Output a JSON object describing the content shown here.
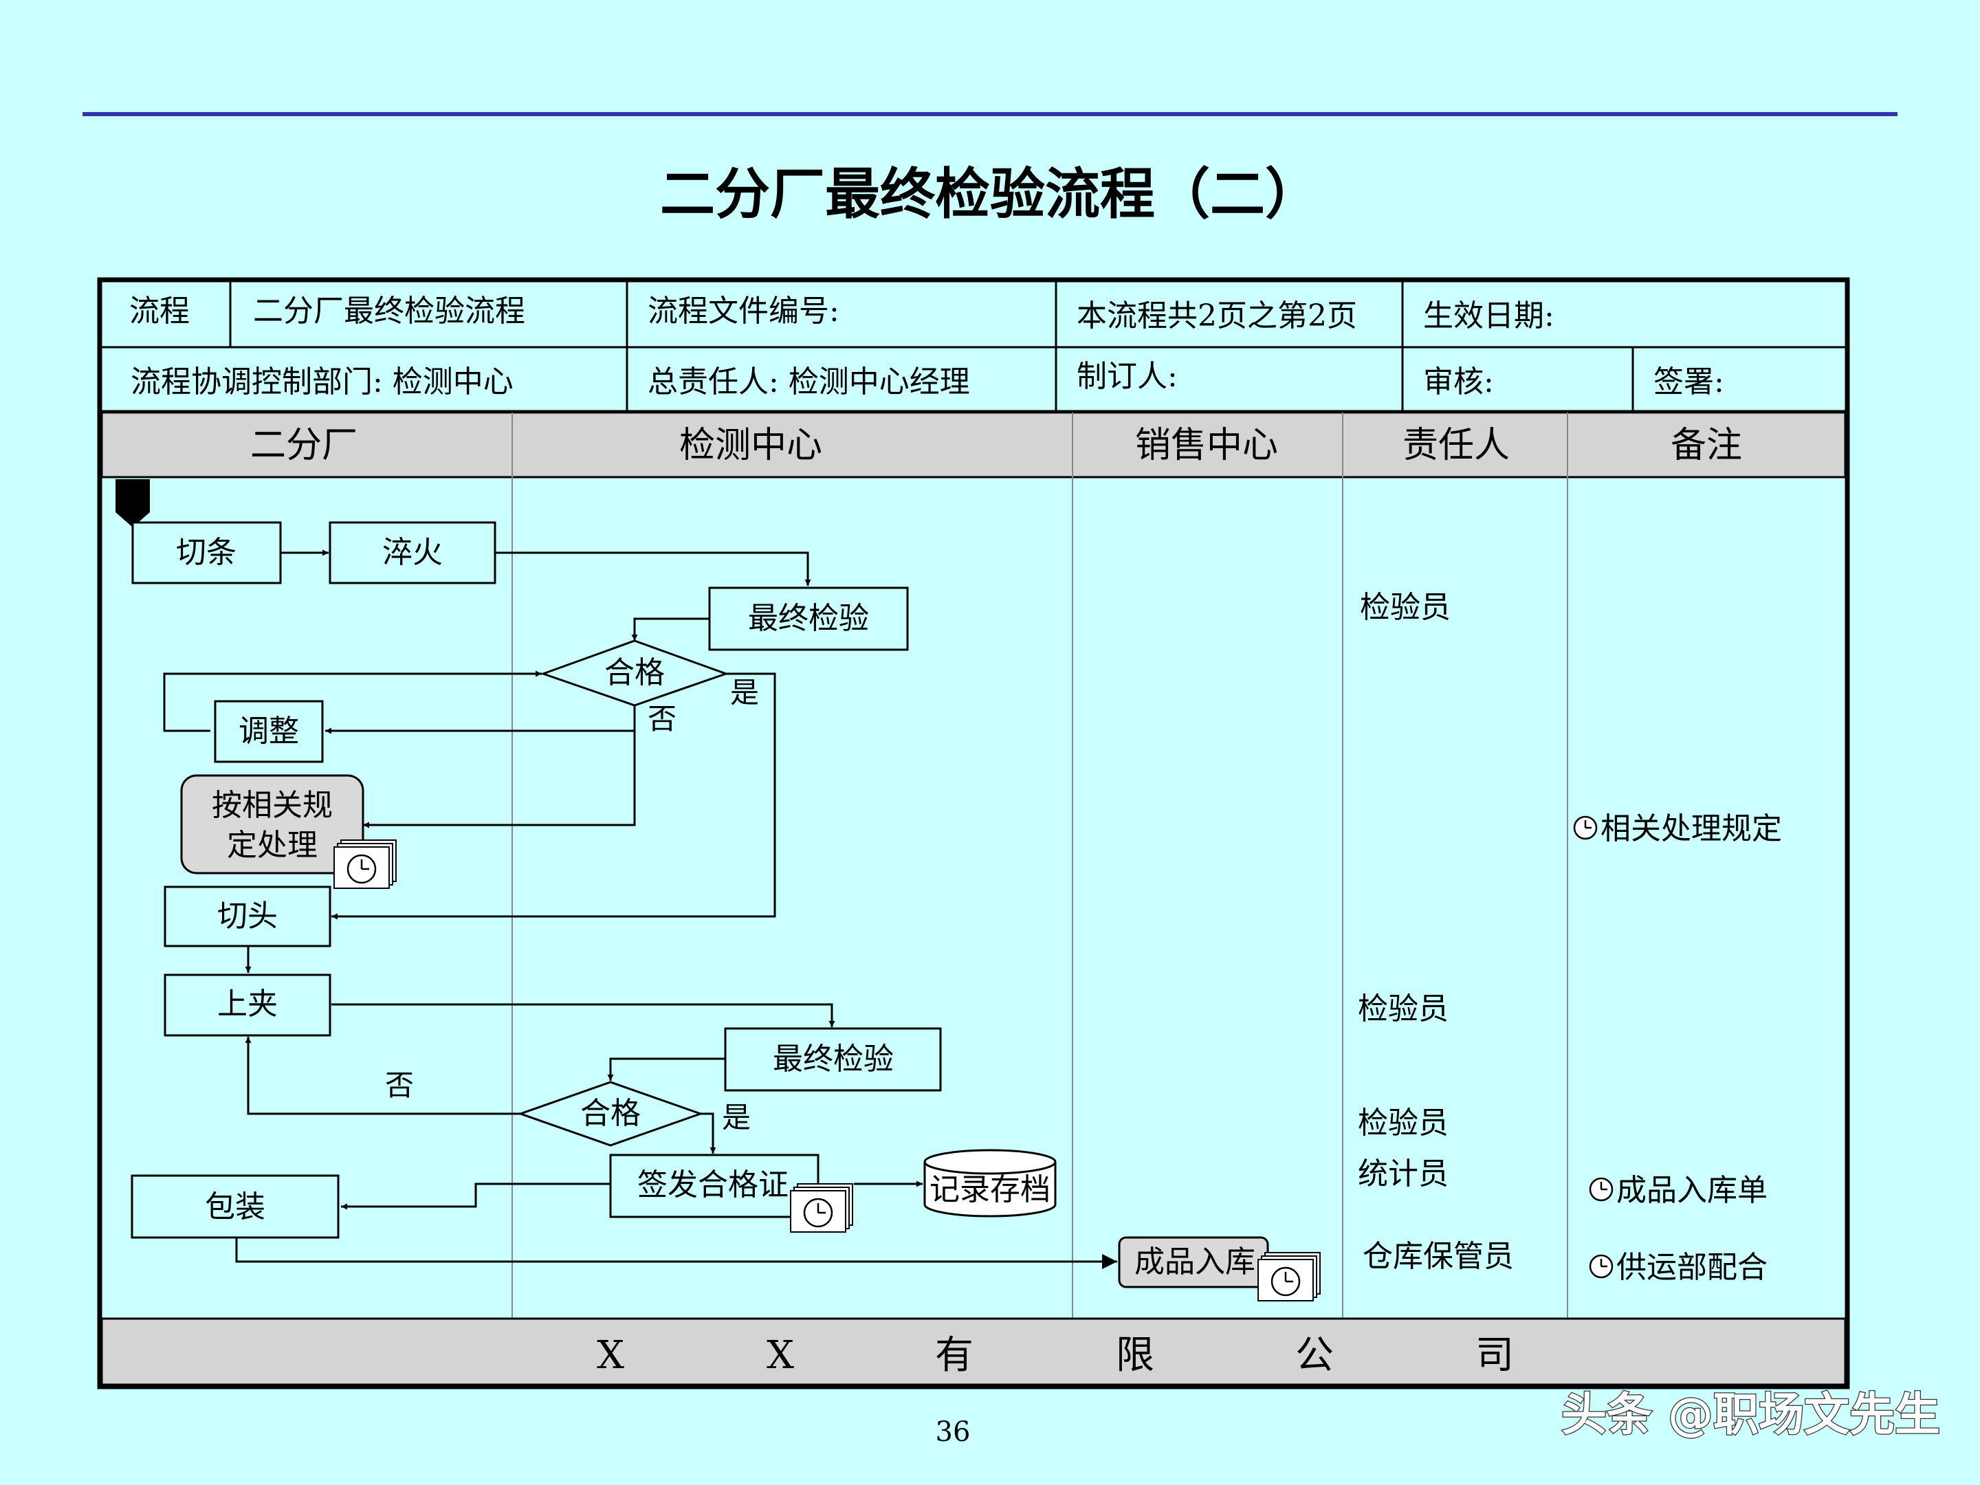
{
  "page_title": "二分厂最终检验流程（二）",
  "header": {
    "row1": [
      "流程",
      "二分厂最终检验流程",
      "流程文件编号:",
      "本流程共2页之第2页",
      "生效日期:"
    ],
    "row2": [
      "流程协调控制部门: 检测中心",
      "总责任人: 检测中心经理",
      "制订人:",
      "审核:",
      "签署:"
    ]
  },
  "lanes": [
    "二分厂",
    "检测中心",
    "销售中心",
    "责任人",
    "备注"
  ],
  "nodes": {
    "qiejiao": "切条",
    "cuihuo": "淬火",
    "final1": "最终检验",
    "hege1": "合格",
    "tiaozheng": "调整",
    "chuli_line1": "按相关规",
    "chuli_line2": "定处理",
    "qietou": "切头",
    "shangjia": "上夹",
    "final2": "最终检验",
    "hege2": "合格",
    "qianfa": "签发合格证",
    "jilu": "记录存档",
    "baozhuang": "包装",
    "ruku": "成品入库"
  },
  "edge_labels": {
    "yes1": "是",
    "no1": "否",
    "yes2": "是",
    "no2": "否"
  },
  "responsible": [
    "检验员",
    "检验员",
    "检验员",
    "统计员",
    "仓库保管员"
  ],
  "notes": [
    "相关处理规定",
    "成品入库单",
    "供运部配合"
  ],
  "footer_chars": [
    "X",
    "X",
    "有",
    "限",
    "公",
    "司"
  ],
  "page_number": "36",
  "watermark": "头条 @职场文先生",
  "colors": {
    "background": "#ccffff",
    "rule": "#3333aa",
    "lane_header": "#d4d4d4",
    "process_gray": "#d9d9d9"
  }
}
